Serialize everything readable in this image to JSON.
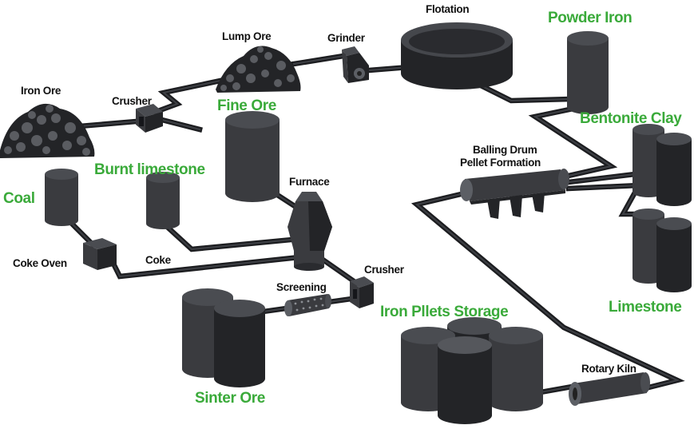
{
  "labels": {
    "iron_ore": "Iron Ore",
    "crusher_top": "Crusher",
    "lump_ore": "Lump Ore",
    "grinder": "Grinder",
    "flotation": "Flotation",
    "powder_iron": "Powder Iron",
    "fine_ore": "Fine Ore",
    "bentonite_clay": "Bentonite Clay",
    "balling_drum_line1": "Balling Drum",
    "balling_drum_line2": "Pellet Formation",
    "coal": "Coal",
    "burnt_limestone": "Burnt limestone",
    "furnace": "Furnace",
    "coke_oven": "Coke Oven",
    "coke": "Coke",
    "screening": "Screening",
    "crusher_bottom": "Crusher",
    "iron_pellets_storage": "Iron Pllets Storage",
    "limestone": "Limestone",
    "rotary_kiln": "Rotary Kiln",
    "sinter_ore": "Sinter Ore"
  },
  "colors": {
    "accent_label": "#3aaa3a",
    "equipment": "#3a3b3f",
    "pipe": "#1c1d20",
    "background": "#ffffff"
  }
}
